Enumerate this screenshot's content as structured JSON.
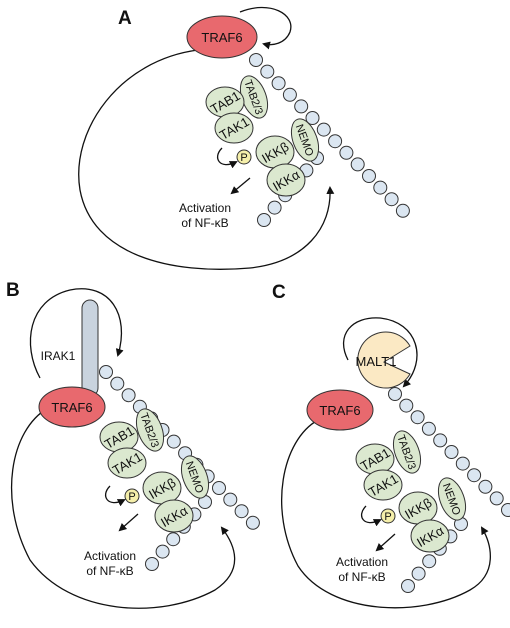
{
  "panels": [
    {
      "letter": "A",
      "traf6": "TRAF6",
      "tab1": "TAB1",
      "tab23": "TAB2/3",
      "tak1": "TAK1",
      "nemo": "NEMO",
      "ikkb": "IKKβ",
      "ikka": "IKKα",
      "p": "P",
      "activation_line1": "Activation",
      "activation_line2": "of NF-κB"
    },
    {
      "letter": "B",
      "irak1": "IRAK1",
      "traf6": "TRAF6",
      "tab1": "TAB1",
      "tab23": "TAB2/3",
      "tak1": "TAK1",
      "nemo": "NEMO",
      "ikkb": "IKKβ",
      "ikka": "IKKα",
      "p": "P",
      "activation_line1": "Activation",
      "activation_line2": "of NF-κB"
    },
    {
      "letter": "C",
      "malt1": "MALT1",
      "traf6": "TRAF6",
      "tab1": "TAB1",
      "tab23": "TAB2/3",
      "tak1": "TAK1",
      "nemo": "NEMO",
      "ikkb": "IKKβ",
      "ikka": "IKKα",
      "p": "P",
      "activation_line1": "Activation",
      "activation_line2": "of NF-κB"
    }
  ],
  "colors": {
    "traf6": "#e8696e",
    "protein": "#dbe8cf",
    "ubiquitin_bead": "#dbe6f1",
    "phospho": "#f5efaa",
    "malt1": "#fbe9c4",
    "irak1": "#c9d3de"
  }
}
